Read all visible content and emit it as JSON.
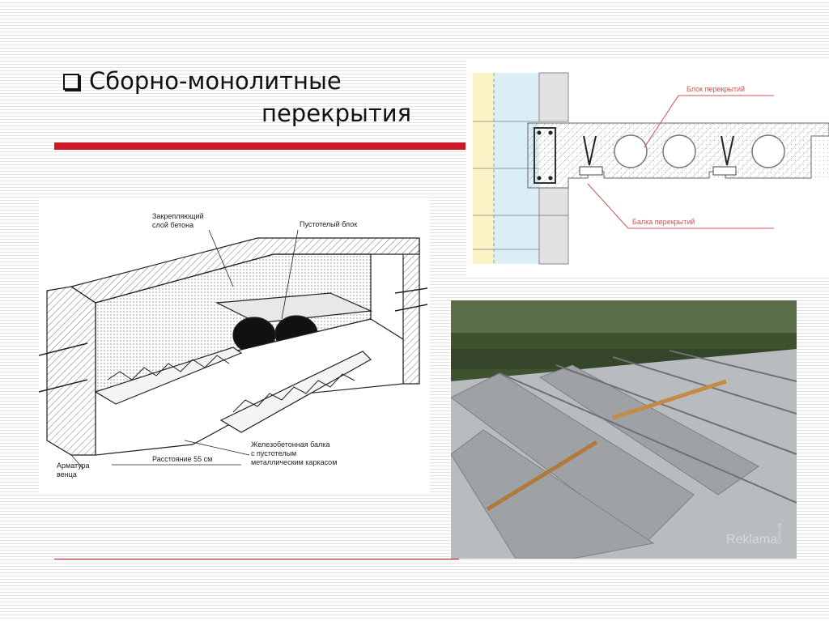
{
  "slide": {
    "title_line1": "Сборно-монолитные",
    "title_line2": "перекрытия"
  },
  "section_drawing": {
    "label_block": "Блок перекрытий",
    "label_beam": "Балка перекрытий"
  },
  "iso_drawing": {
    "label_concrete_1": "Закрепляющий",
    "label_concrete_2": "слой бетона",
    "label_hollow_block": "Пустотелый блок",
    "label_beam_1": "Железобетонная балка",
    "label_beam_2": "с пустотелым",
    "label_beam_3": "металлическим каркасом",
    "label_rebar_1": "Арматура",
    "label_rebar_2": "венца",
    "label_distance": "Расстояние 55 см"
  },
  "photo": {
    "watermark_1": "Reklama",
    "watermark_2": "Com.ua"
  },
  "colors": {
    "accent_red": "#d0182a",
    "text": "#111111",
    "leader_line": "#d05050"
  }
}
